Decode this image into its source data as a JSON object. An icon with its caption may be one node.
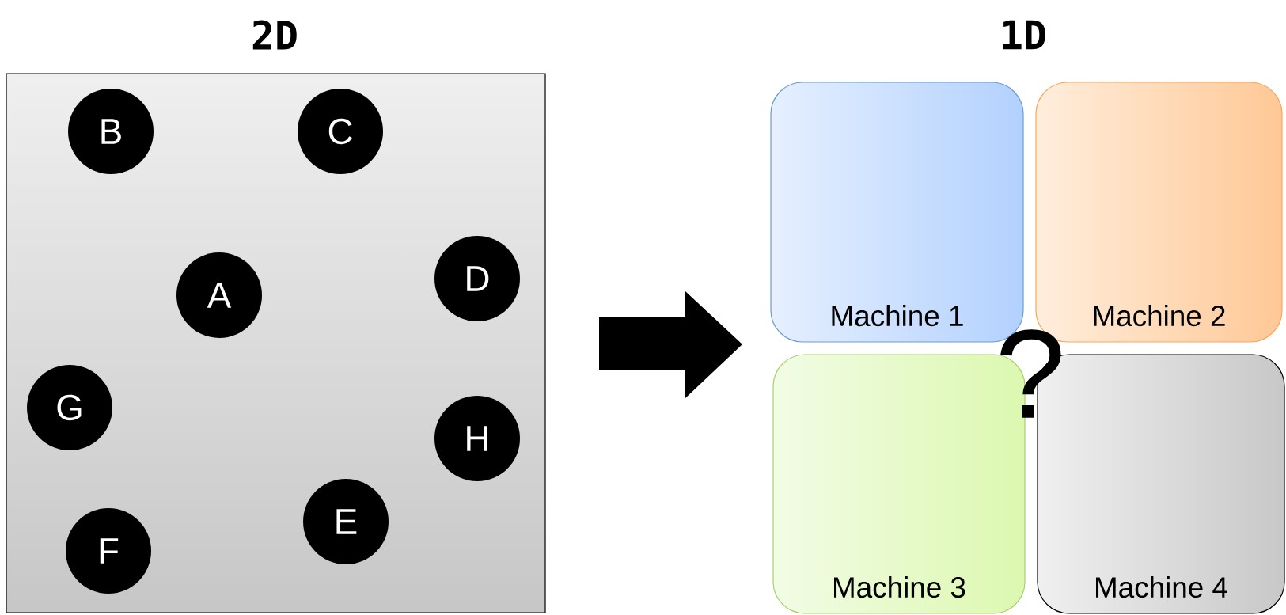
{
  "diagram": {
    "nodes": [
      {
        "text": [
          "2D"
        ]
      },
      {
        "text": [
          "B"
        ],
        "in": 0
      },
      {
        "text": [
          "C"
        ],
        "in": 0
      },
      {
        "text": [
          "A"
        ],
        "in": 0
      },
      {
        "text": [
          "D"
        ],
        "in": 0
      },
      {
        "text": [
          "G"
        ],
        "in": 0
      },
      {
        "text": [
          "H"
        ],
        "in": 0
      },
      {
        "text": [
          "F"
        ],
        "in": 0
      },
      {
        "text": [
          "E"
        ],
        "in": 0
      },
      {
        "text": [
          "Machine 1"
        ]
      },
      {
        "text": [
          "Machine 2"
        ]
      },
      {
        "text": [
          "Machine 3"
        ]
      },
      {
        "text": [
          "Machine 4"
        ]
      }
    ],
    "labels": [
      "1D",
      "?"
    ]
  }
}
